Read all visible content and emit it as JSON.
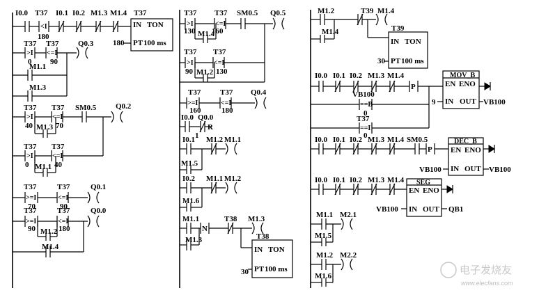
{
  "figure": {
    "watermark": {
      "main": "电子发烧友",
      "url": "www.elecfans.com"
    }
  },
  "col1": {
    "r1": {
      "contacts": [
        "I0.0",
        "T37",
        "I0.1",
        "I0.2",
        "M1.3",
        "M1.4"
      ],
      "cmp_value": "180",
      "timer": {
        "name": "T37",
        "in": "IN",
        "type": "TON",
        "preset": "180",
        "pt": "PT",
        "base": "100 ms"
      }
    },
    "r2": {
      "c1": "T37",
      "op1": ">I",
      "v1": "0",
      "c2": "T37",
      "op2": "<=I",
      "v2": "90",
      "coil": "Q0.3",
      "p1": "M1.1",
      "p2": "M1.3"
    },
    "r3": {
      "c1": "T37",
      "op1": ">I",
      "v1": "40",
      "c2": "T37",
      "op2": "<=I",
      "v2": "70",
      "c3": "SM0.5",
      "coil": "Q0.2",
      "p1": "M1.3",
      "b1": "T37",
      "bop1": ">I",
      "bv1": "0",
      "b2": "T37",
      "bop2": "<=I",
      "bv2": "40",
      "p2": "M1.1"
    },
    "r4": {
      "c1": "T37",
      "op1": ">=I",
      "v1": "70",
      "c2": "T37",
      "op2": "<=I",
      "v2": "90",
      "coil": "Q0.1"
    },
    "r5": {
      "c1": "T37",
      "op1": ">=I",
      "v1": "90",
      "c2": "T37",
      "op2": "<=I",
      "v2": "180",
      "coil": "Q0.0",
      "p1": "M1.2",
      "p2": "M1.4"
    }
  },
  "col2": {
    "r1": {
      "c1": "T37",
      "op1": ">I",
      "v1": "130",
      "c2": "T37",
      "op2": "<=I",
      "v2": "160",
      "c3": "SM0.5",
      "coil": "Q0.5",
      "p1": "M1.4",
      "b1": "T37",
      "bop1": ">I",
      "bv1": "90",
      "b2": "T37",
      "bop2": "<=I",
      "bv2": "130",
      "p2": "M1.2"
    },
    "r2": {
      "c1": "T37",
      "op1": ">=I",
      "v1": "160",
      "c2": "T37",
      "op2": "<=I",
      "v2": "180",
      "coil": "Q0.4"
    },
    "r3": {
      "c1": "I0.0",
      "c2": "Q0.0",
      "coil": "R",
      "coil_value": "1"
    },
    "r4": {
      "c1": "I0.1",
      "c2": "M1.2",
      "coil": "M1.1",
      "p1": "M1.5"
    },
    "r5": {
      "c1": "I0.2",
      "c2": "M1.1",
      "coil": "M1.2",
      "p1": "M1.6"
    },
    "r6": {
      "c1": "M1.1",
      "n": "N",
      "c2": "T38",
      "coil": "M1.3",
      "p1": "M1.3",
      "timer": {
        "name": "T38",
        "in": "IN",
        "type": "TON",
        "preset": "30",
        "pt": "PT",
        "base": "100 ms"
      }
    }
  },
  "col3": {
    "r1": {
      "c1": "M1.2",
      "c2": "T39",
      "coil": "M1.4",
      "p1": "M1.4",
      "timer": {
        "name": "T39",
        "in": "IN",
        "type": "TON",
        "preset": "30",
        "pt": "PT",
        "base": "100 ms"
      }
    },
    "r2": {
      "contacts": [
        "I0.0",
        "I0.1",
        "I0.2",
        "M1.3",
        "M1.4"
      ],
      "p": "P",
      "cmp": {
        "name": "VB100",
        "op": "==B",
        "val": "0"
      },
      "cmp2": {
        "name": "T37",
        "op": "==I",
        "val": "0"
      },
      "box": {
        "title": "MOV_B",
        "en": "EN",
        "eno": "ENO",
        "in": "IN",
        "out": "OUT",
        "in_val": "9",
        "out_val": "VB100"
      }
    },
    "r3": {
      "contacts": [
        "I0.0",
        "I0.1",
        "I0.2",
        "M1.3",
        "M1.4",
        "SM0.5"
      ],
      "p": "P",
      "box": {
        "title": "DEC_B",
        "en": "EN",
        "eno": "ENO",
        "in": "IN",
        "out": "OUT",
        "in_val": "VB100",
        "out_val": "VB100"
      }
    },
    "r4": {
      "contacts": [
        "I0.0",
        "I0.1",
        "I0.2",
        "M1.3",
        "M1.4"
      ],
      "box": {
        "title": "SEG",
        "en": "EN",
        "eno": "ENO",
        "in": "IN",
        "out": "OUT",
        "in_val": "VB100",
        "out_val": "QB1"
      }
    },
    "r5": {
      "c1": "M1.1",
      "coil": "M2.1",
      "p1": "M1.5"
    },
    "r6": {
      "c1": "M1.2",
      "coil": "M2.2",
      "p1": "M1.6"
    }
  }
}
